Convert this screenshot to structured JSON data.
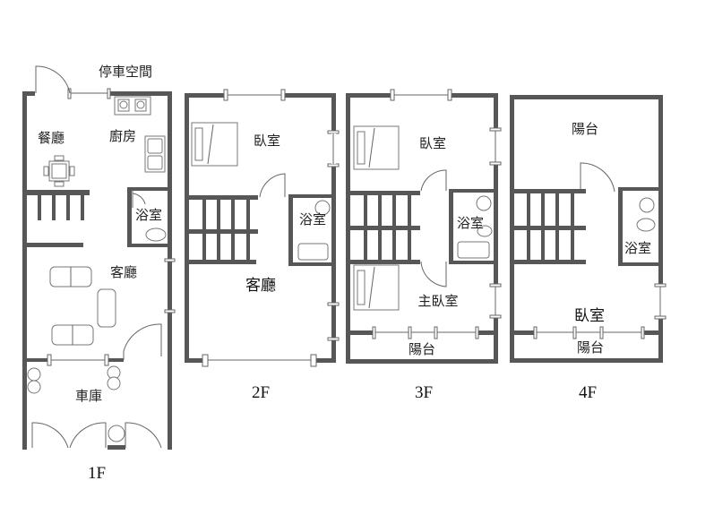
{
  "title": "Floor plan",
  "floors": [
    {
      "label": "1F",
      "rooms": {
        "parking": "停車空間",
        "dining": "餐廳",
        "kitchen": "廚房",
        "bath": "浴室",
        "living": "客廳",
        "garage": "車庫"
      }
    },
    {
      "label": "2F",
      "rooms": {
        "bedroom": "臥室",
        "bath": "浴室",
        "living": "客廳"
      }
    },
    {
      "label": "3F",
      "rooms": {
        "bedroom": "臥室",
        "bath": "浴室",
        "master": "主臥室",
        "balcony": "陽台"
      }
    },
    {
      "label": "4F",
      "rooms": {
        "balcony_top": "陽台",
        "bath": "浴室",
        "bedroom": "臥室",
        "balcony": "陽台"
      }
    }
  ],
  "colors": {
    "wall": "#575757"
  }
}
